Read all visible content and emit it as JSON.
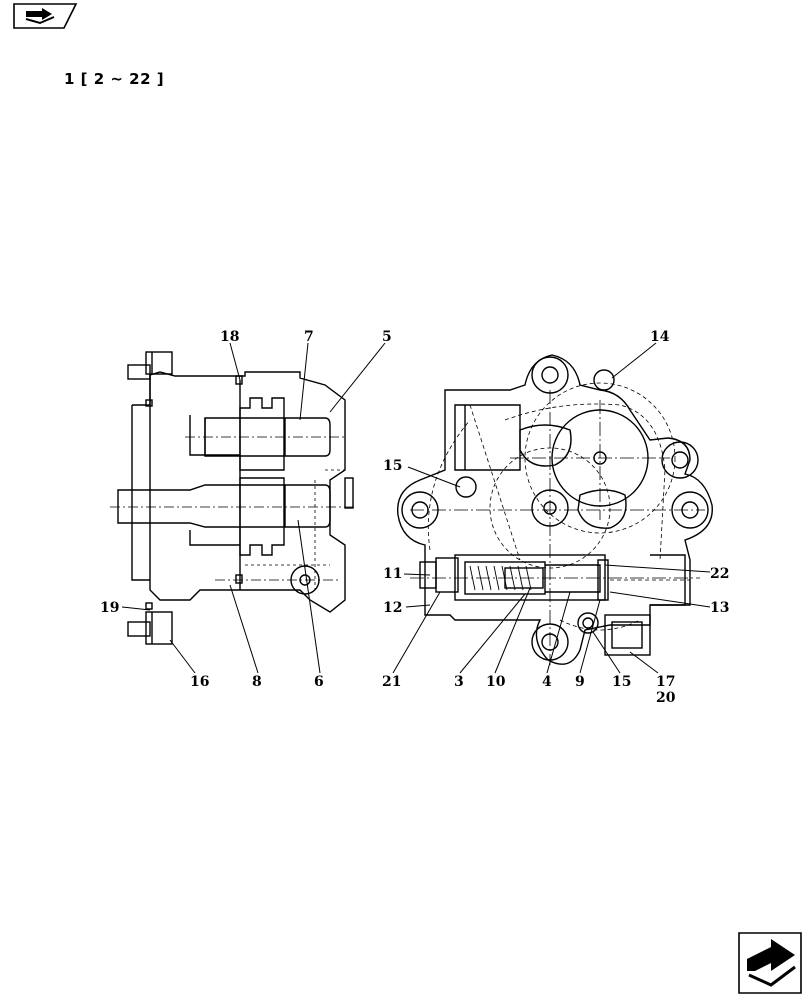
{
  "header": {
    "nav_icon": "book-arrow-icon",
    "section_title": "1 [ 2 ~ 22 ]"
  },
  "diagram": {
    "callouts": {
      "c18": "18",
      "c7": "7",
      "c5": "5",
      "c14": "14",
      "c15a": "15",
      "c11": "11",
      "c12": "12",
      "c19": "19",
      "c16": "16",
      "c8": "8",
      "c6": "6",
      "c21": "21",
      "c3": "3",
      "c10": "10",
      "c4": "4",
      "c9": "9",
      "c15b": "15",
      "c17": "17",
      "c20": "20",
      "c22": "22",
      "c13": "13"
    }
  },
  "footer": {
    "next_icon": "next-page-arrow-icon"
  }
}
